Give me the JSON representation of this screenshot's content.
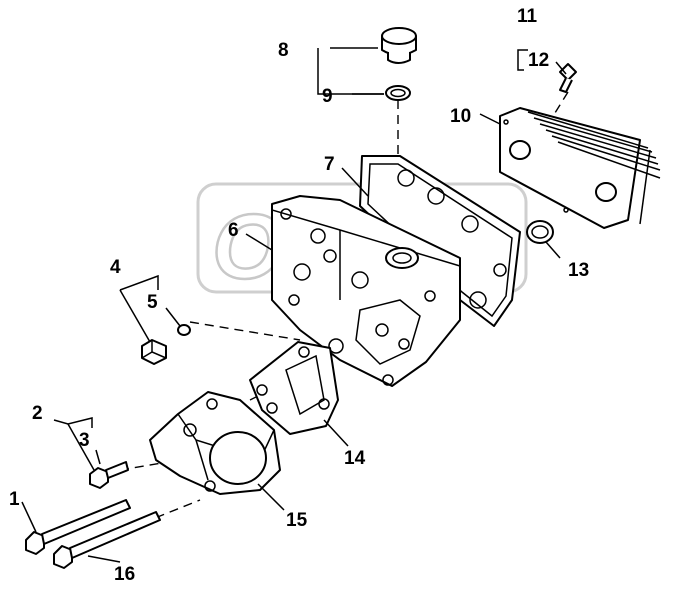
{
  "watermark": "OPEX",
  "callouts": {
    "c1": "1",
    "c2": "2",
    "c3": "3",
    "c4": "4",
    "c5": "5",
    "c6": "6",
    "c7": "7",
    "c8": "8",
    "c9": "9",
    "c10": "10",
    "c11": "11",
    "c12": "12",
    "c13": "13",
    "c14": "14",
    "c15": "15",
    "c16": "16"
  }
}
